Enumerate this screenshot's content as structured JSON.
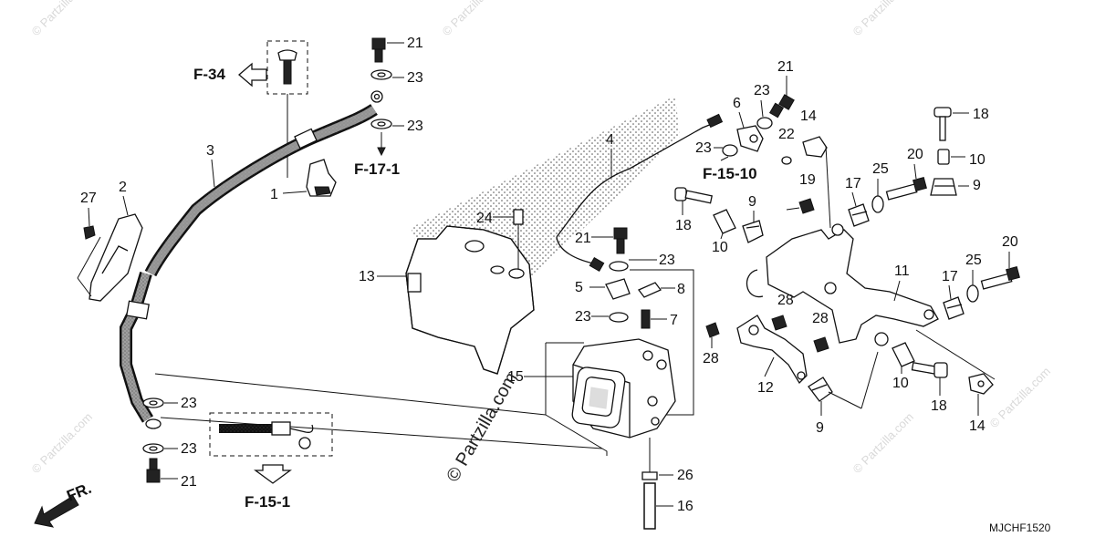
{
  "watermarks": [
    "© Partzilla.com",
    "© Partzilla.com",
    "© Partzilla.com",
    "© Partzilla.com",
    "© Partzilla.com",
    "© Partzilla.com"
  ],
  "main_watermark": "© Partzilla.com",
  "watermark_center": "© Partzilla.com",
  "diagram_code": "MJCHF1520",
  "front_label": "FR.",
  "references": {
    "f34": "F-34",
    "f171": "F-17-1",
    "f1510": "F-15-10",
    "f151": "F-15-1"
  },
  "callouts": {
    "c1": "1",
    "c2": "2",
    "c3": "3",
    "c4": "4",
    "c5": "5",
    "c6": "6",
    "c7": "7",
    "c8": "8",
    "c9a": "9",
    "c9b": "9",
    "c9c": "9",
    "c10a": "10",
    "c10b": "10",
    "c10c": "10",
    "c11": "11",
    "c12": "12",
    "c13": "13",
    "c14a": "14",
    "c14b": "14",
    "c15": "15",
    "c16": "16",
    "c17a": "17",
    "c17b": "17",
    "c18a": "18",
    "c18b": "18",
    "c18c": "18",
    "c19": "19",
    "c20a": "20",
    "c20b": "20",
    "c21a": "21",
    "c21b": "21",
    "c21c": "21",
    "c21d": "21",
    "c22": "22",
    "c23a": "23",
    "c23b": "23",
    "c23c": "23",
    "c23d": "23",
    "c23e": "23",
    "c23f": "23",
    "c23g": "23",
    "c23h": "23",
    "c24": "24",
    "c25a": "25",
    "c25b": "25",
    "c26": "26",
    "c27": "27",
    "c28a": "28",
    "c28b": "28",
    "c28c": "28"
  }
}
